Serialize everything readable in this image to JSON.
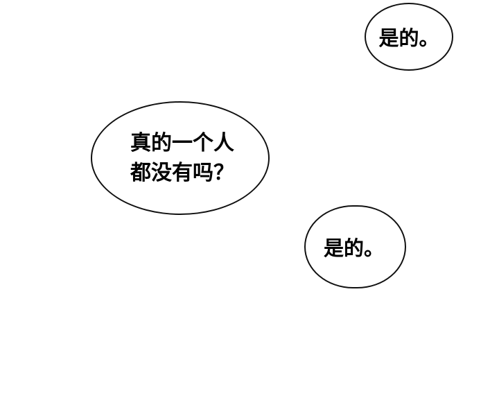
{
  "bubbles": [
    {
      "text": "是的。"
    },
    {
      "lines": [
        "真的一个人",
        "都没有吗？"
      ]
    },
    {
      "text": "是的。"
    }
  ],
  "colors": {
    "background": "#ffffff",
    "outline": "#111111",
    "text": "#000000"
  }
}
